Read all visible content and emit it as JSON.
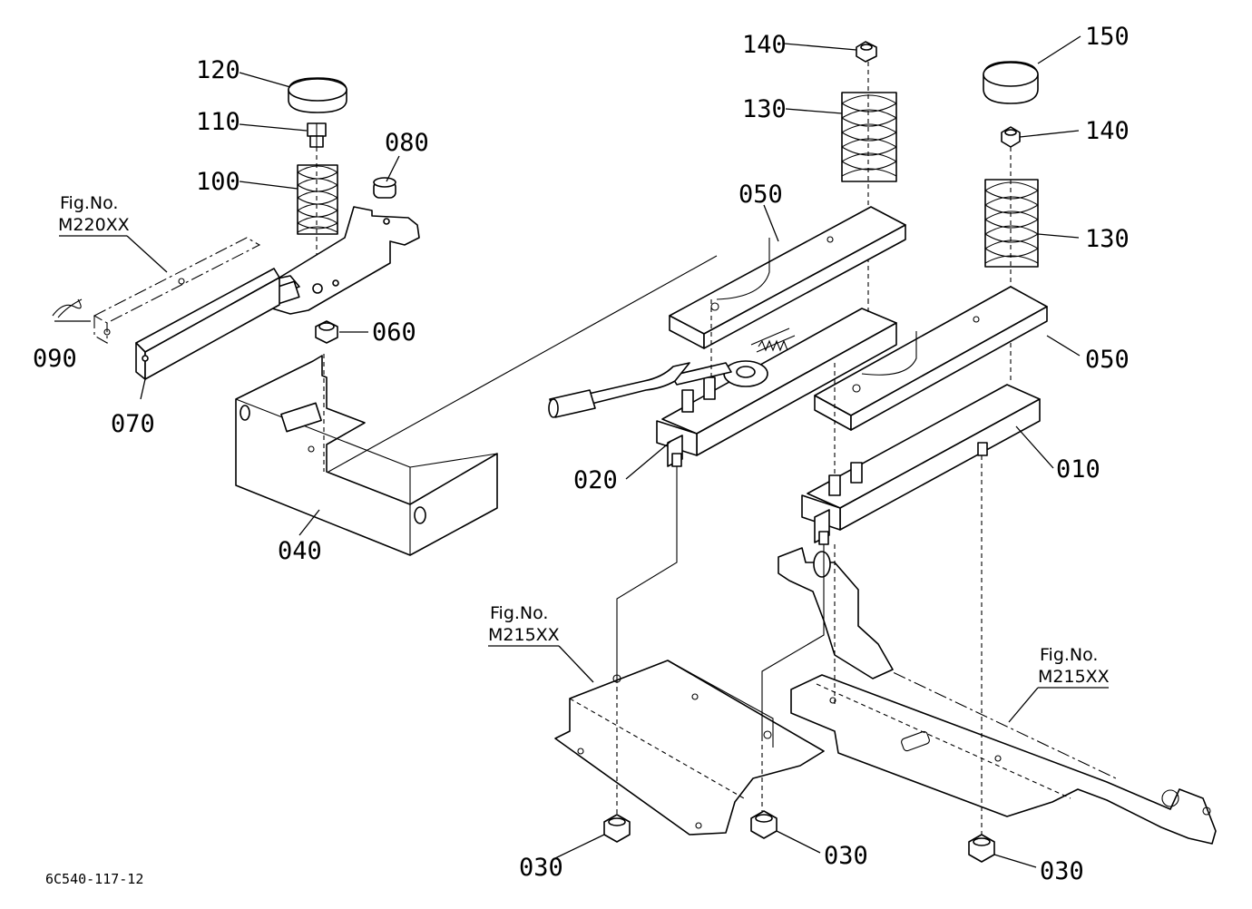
{
  "diagram_code": "6C540-117-12",
  "figure_refs": [
    {
      "id": "fig-left",
      "line1": "Fig.No.",
      "line2": "M220XX"
    },
    {
      "id": "fig-center",
      "line1": "Fig.No.",
      "line2": "M215XX"
    },
    {
      "id": "fig-right",
      "line1": "Fig.No.",
      "line2": "M215XX"
    }
  ],
  "callouts": [
    {
      "id": "010",
      "text": "010"
    },
    {
      "id": "020",
      "text": "020"
    },
    {
      "id": "030a",
      "text": "030"
    },
    {
      "id": "030b",
      "text": "030"
    },
    {
      "id": "030c",
      "text": "030"
    },
    {
      "id": "040",
      "text": "040"
    },
    {
      "id": "050a",
      "text": "050"
    },
    {
      "id": "050b",
      "text": "050"
    },
    {
      "id": "060",
      "text": "060"
    },
    {
      "id": "070",
      "text": "070"
    },
    {
      "id": "080",
      "text": "080"
    },
    {
      "id": "090",
      "text": "090"
    },
    {
      "id": "100",
      "text": "100"
    },
    {
      "id": "110",
      "text": "110"
    },
    {
      "id": "120",
      "text": "120"
    },
    {
      "id": "130a",
      "text": "130"
    },
    {
      "id": "130b",
      "text": "130"
    },
    {
      "id": "140a",
      "text": "140"
    },
    {
      "id": "140b",
      "text": "140"
    },
    {
      "id": "150",
      "text": "150"
    }
  ]
}
